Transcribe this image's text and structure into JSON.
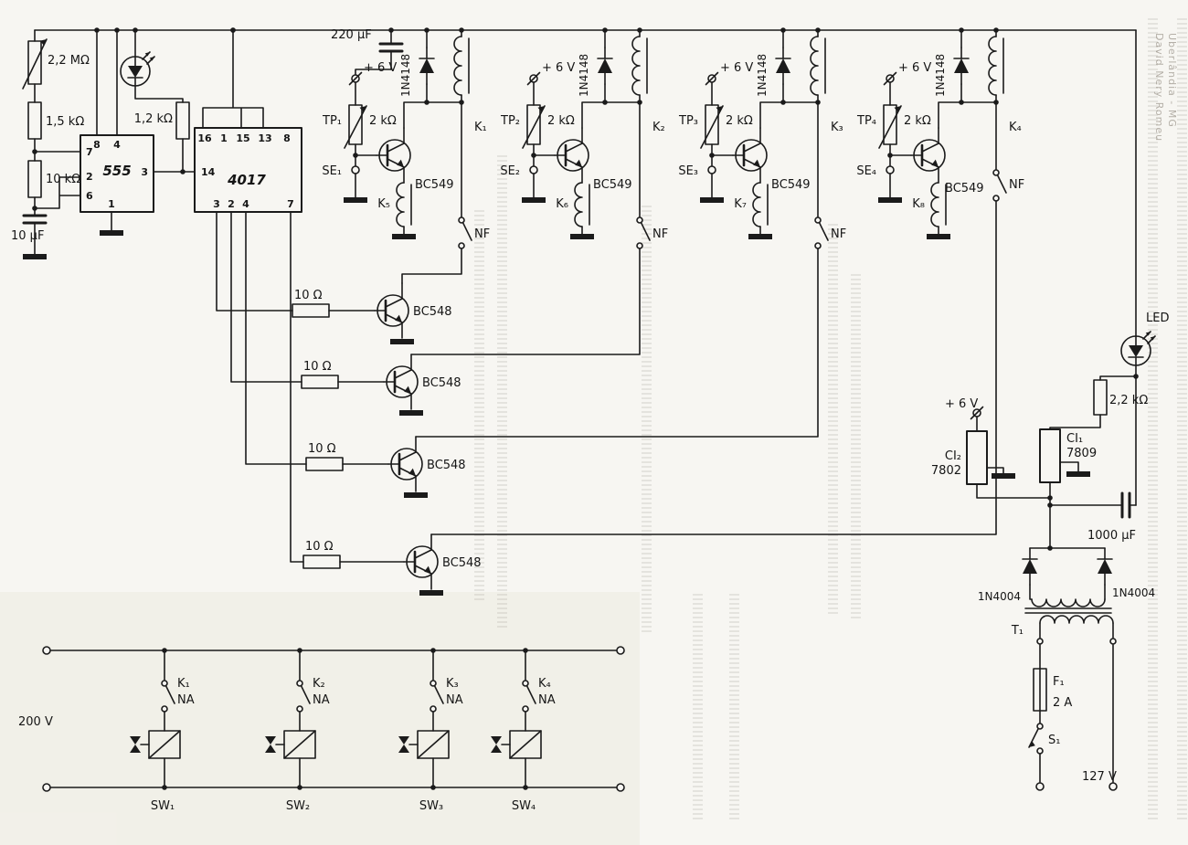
{
  "schematic": {
    "colors": {
      "ink": "#1b1b1b",
      "paper": "#f7f6f2"
    },
    "labels": {
      "pot_main": "2,2 MΩ",
      "r_1k5": "1,5 kΩ",
      "r_10k": "10 kΩ",
      "c_10u": "10 µF",
      "ic_555": "555",
      "r_1k2": "1,2 kΩ",
      "ic_4017": "4017",
      "c_220u": "220 µF",
      "v6": "+ 6 V",
      "tp1": "TP₁",
      "tp2": "TP₂",
      "tp3": "TP₃",
      "tp4": "TP₄",
      "pot_2k": "2 kΩ",
      "se1": "SE₁",
      "se2": "SE₂",
      "se3": "SE₃",
      "se4": "SE₄",
      "bc549": "BC549",
      "bc548": "BC548",
      "d_1n4148": "1N4148",
      "k1": "K₁",
      "k2": "K₂",
      "k3": "K₃",
      "k4": "K₄",
      "k5": "K₅",
      "k6": "K₆",
      "k7": "K₇",
      "k8": "K₈",
      "nf": "NF",
      "r_10": "10 Ω",
      "led": "LED",
      "r_2k2": "2,2 kΩ",
      "ci1": "CI₁",
      "ci1_part": "7809",
      "ci2": "CI₂",
      "ci2_part": "7802",
      "c_1000u": "1000 µF",
      "d_1n4004": "1N4004",
      "t1": "T₁",
      "f1": "F₁",
      "f1_rating": "2 A",
      "s1": "S₁",
      "v127": "127 V",
      "v200": "200 V",
      "na": "NA",
      "sw1": "SW₁",
      "sw2": "SW₂",
      "sw3": "SW₃",
      "sw4": "SW₄"
    },
    "pins": {
      "p1": "1",
      "p2": "2",
      "p3": "3",
      "p4": "4",
      "p6": "6",
      "p7": "7",
      "p8": "8",
      "p13": "13",
      "p14": "14",
      "p15": "15",
      "p16": "16"
    },
    "credits": {
      "line1": "David Nery Romeu",
      "line2": "Uberlândia - MG"
    }
  }
}
